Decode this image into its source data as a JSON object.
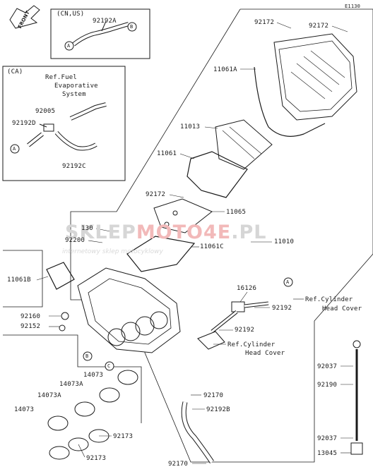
{
  "diagram_code": "E1130",
  "front_label": "FRONT",
  "boxes": {
    "cn_us": {
      "title": "(CN,US)",
      "part": "92192A"
    },
    "ca": {
      "title": "(CA)",
      "ref_line1": "Ref.Fuel",
      "ref_line2": "Evaporative",
      "ref_line3": "System",
      "parts": [
        "92005",
        "92192D",
        "92192C"
      ]
    }
  },
  "connectors": {
    "a": "A",
    "b": "B",
    "c": "C"
  },
  "parts": {
    "p92172_a": "92172",
    "p92172_b": "92172",
    "p11061a": "11061A",
    "p11013": "11013",
    "p11061": "11061",
    "p92172_c": "92172",
    "p11065": "11065",
    "p130": "130",
    "p92200": "92200",
    "p11061c": "11061C",
    "p11010": "11010",
    "p11061b": "11061B",
    "p92160": "92160",
    "p92152": "92152",
    "p16126": "16126",
    "p92192_a": "92192",
    "p92192_b": "92192",
    "p14073_a": "14073",
    "p14073a_a": "14073A",
    "p14073a_b": "14073A",
    "p14073_b": "14073",
    "p92173_a": "92173",
    "p92173_b": "92173",
    "p92170_a": "92170",
    "p92192b": "92192B",
    "p92170_b": "92170",
    "p92037_a": "92037",
    "p92190": "92190",
    "p92037_b": "92037",
    "p13045": "13045"
  },
  "refs": {
    "cyl1_line1": "Ref.Cylinder",
    "cyl1_line2": "Head Cover",
    "cyl2_line1": "Ref.Cylinder",
    "cyl2_line2": "Head Cover"
  },
  "watermark": {
    "part1": "SKLEP",
    "part2": "MOTO",
    "part3": "4E",
    "part4": ".PL",
    "tagline": "internetowy sklep motocyklowy"
  }
}
